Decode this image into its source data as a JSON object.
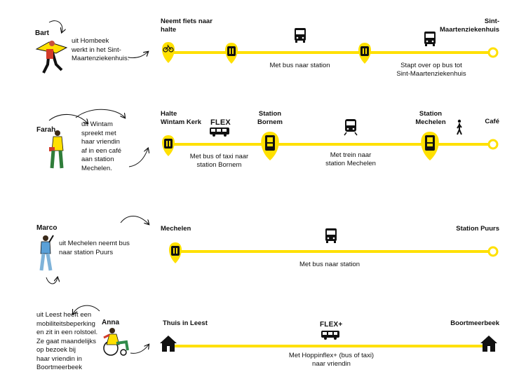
{
  "colors": {
    "accent": "#ffe000",
    "ink": "#111111"
  },
  "persons": [
    {
      "name": "Bart",
      "description": [
        "uit Hombeek",
        "werkt in het Sint-",
        "Maartenziekenhuis:"
      ],
      "stops": [
        {
          "label": [
            "Neemt fiets naar",
            "halte"
          ],
          "icon": "bike-icon"
        },
        {
          "label": [],
          "icon": "bus-stop-icon"
        },
        {
          "label": [],
          "icon": "bus-stop-icon"
        },
        {
          "label": [
            "Sint-",
            "Maartenziekenhuis"
          ],
          "icon": "end-circle"
        }
      ],
      "captions": [
        [
          "Met bus naar station"
        ],
        [
          "Stapt over op bus tot",
          "Sint-Maartenziekenhuis"
        ]
      ],
      "modes": [
        "bus-icon",
        "bus-icon"
      ]
    },
    {
      "name": "Farah",
      "description": [
        "uit Wintam",
        "spreekt met",
        "haar vriendin",
        "af in een café",
        "aan station",
        "Mechelen."
      ],
      "stops": [
        {
          "label": [
            "Halte",
            "Wintam Kerk"
          ],
          "icon": "bus-stop-icon"
        },
        {
          "label": [
            "Station",
            "Bornem"
          ],
          "icon": "train-station-icon"
        },
        {
          "label": [
            "Station",
            "Mechelen"
          ],
          "icon": "train-station-icon"
        },
        {
          "label": [
            "Café"
          ],
          "icon": "end-circle"
        }
      ],
      "flex_label": "FLEX",
      "captions": [
        [
          "Met bus of taxi naar",
          "station Bornem"
        ],
        [
          "Met trein naar",
          "station Mechelen"
        ]
      ],
      "modes": [
        "bus-icon",
        "train-icon",
        "walking-icon"
      ]
    },
    {
      "name": "Marco",
      "description": [
        "uit Mechelen neemt bus",
        "naar station Puurs"
      ],
      "stops": [
        {
          "label": [
            "Mechelen"
          ],
          "icon": "bus-stop-icon"
        },
        {
          "label": [
            "Station Puurs"
          ],
          "icon": "end-circle"
        }
      ],
      "captions": [
        [
          "Met bus naar station"
        ]
      ],
      "modes": [
        "bus-icon"
      ]
    },
    {
      "name": "Anna",
      "description": [
        "uit Leest heeft een",
        "mobiliteitsbeperking",
        "en zit in een rolstoel.",
        "Ze gaat maandelijks",
        "op bezoek bij",
        "haar vriendin in",
        "Boortmeerbeek"
      ],
      "stops": [
        {
          "label": [
            "Thuis in Leest"
          ],
          "icon": "house-icon"
        },
        {
          "label": [
            "Boortmeerbeek"
          ],
          "icon": "house-icon"
        }
      ],
      "flex_label": "FLEX+",
      "captions": [
        [
          "Met Hoppinflex+ (bus of taxi)",
          "naar vriendin"
        ]
      ],
      "modes": [
        "bus-icon"
      ]
    }
  ]
}
